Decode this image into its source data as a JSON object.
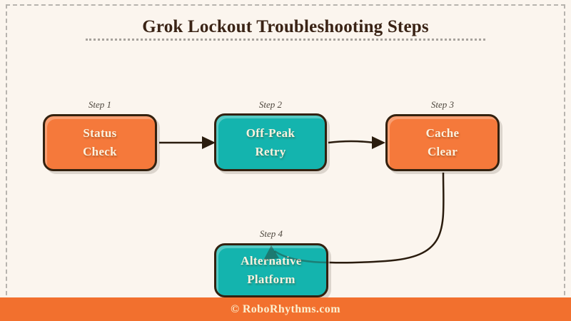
{
  "title": "Grok Lockout Troubleshooting Steps",
  "diagram": {
    "steps": [
      {
        "label": "Step 1",
        "text": [
          "Status",
          "Check"
        ],
        "fill": "#F5793B"
      },
      {
        "label": "Step 2",
        "text": [
          "Off-Peak",
          "Retry"
        ],
        "fill": "#14B4AE"
      },
      {
        "label": "Step 3",
        "text": [
          "Cache",
          "Clear"
        ],
        "fill": "#F5793B"
      },
      {
        "label": "Step 4",
        "text": [
          "Alternative",
          "Platform"
        ],
        "fill": "#14B4AE"
      }
    ]
  },
  "footer": {
    "text": "© RoboRhythms.com",
    "bg": "#F2702E"
  },
  "colors": {
    "background": "#FBF5EE",
    "dashed_border": "#B7B3AE",
    "title": "#3A2315",
    "step_label": "#4D463D",
    "box_border": "#33210F",
    "box_text": "#FBF2DF",
    "connector": "#2A1C0E",
    "footer_text": "#FBEFCF"
  }
}
